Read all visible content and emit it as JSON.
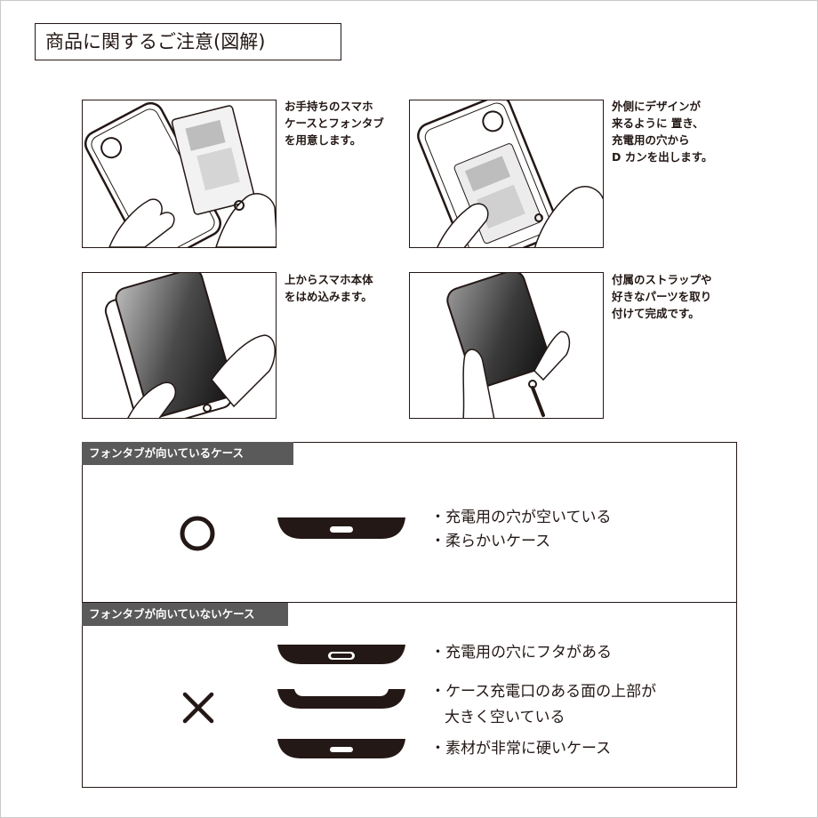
{
  "title": "商品に関するご注意(図解)",
  "steps": [
    {
      "lines": [
        "お手持ちのスマホ",
        "ケースとフォンタブ",
        "を用意します。"
      ]
    },
    {
      "lines": [
        "外側にデザインが",
        "来るように 置き、",
        "充電用の穴から",
        "D カンを出します。"
      ]
    },
    {
      "lines": [
        "上からスマホ本体",
        "をはめ込みます。"
      ]
    },
    {
      "lines": [
        "付属のストラップや",
        "好きなパーツを取り",
        "付けて完成です。"
      ]
    }
  ],
  "ok_section": {
    "tag": "フォンタブが向いているケース",
    "mark": "○",
    "items": [
      "・充電用の穴が空いている",
      "・柔らかいケース"
    ]
  },
  "ng_section": {
    "tag": "フォンタブが向いていないケース",
    "mark": "✕",
    "items": [
      "・充電用の穴にフタがある",
      "・ケース充電口のある面の上部が",
      "大きく空いている",
      "・素材が非常に硬いケース"
    ]
  },
  "colors": {
    "ink": "#231815",
    "tag_bg": "#5a5a5a",
    "frame": "#c9c9c9"
  }
}
